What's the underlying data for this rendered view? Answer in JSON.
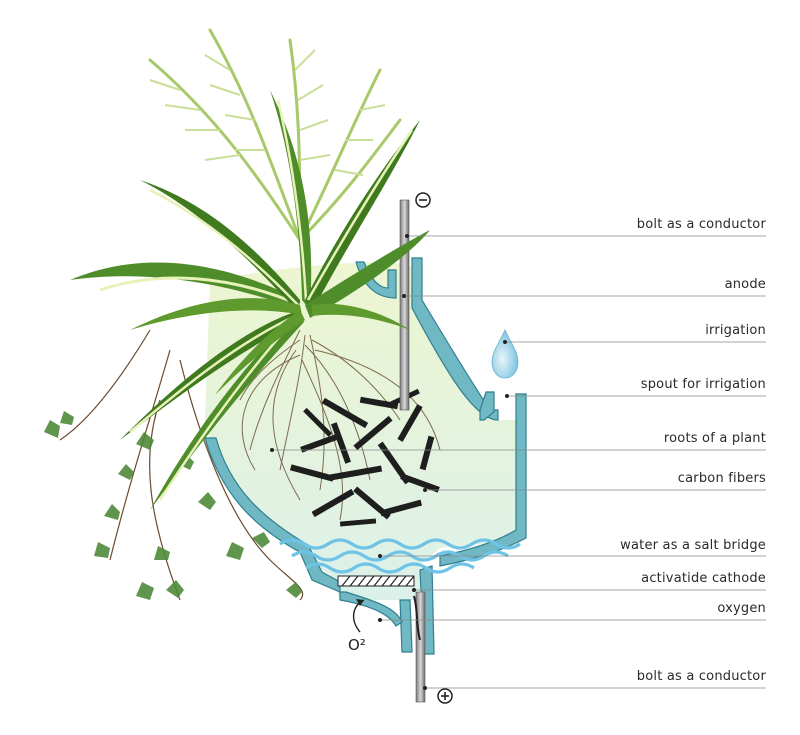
{
  "labels": {
    "bolt_top": "bolt as a conductor",
    "anode": "anode",
    "irrigation": "irrigation",
    "spout": "spout for irrigation",
    "roots": "roots of a plant",
    "carbon": "carbon fibers",
    "water": "water as  a salt bridge",
    "cathode": "activatide cathode",
    "oxygen": "oxygen",
    "bolt_bottom": "bolt as a conductor"
  },
  "symbols": {
    "minus": "−",
    "plus": "+",
    "o2": "O²"
  },
  "colors": {
    "vessel_wall": "#6fb8c4",
    "vessel_outline": "#2f7f8e",
    "water": "#9ed6ea",
    "leaf_dark": "#3f7a1e",
    "leaf_light": "#e6f2b8",
    "root": "#6b5236",
    "carbon": "#1e1e1e",
    "leader": "#8a8a8a"
  }
}
